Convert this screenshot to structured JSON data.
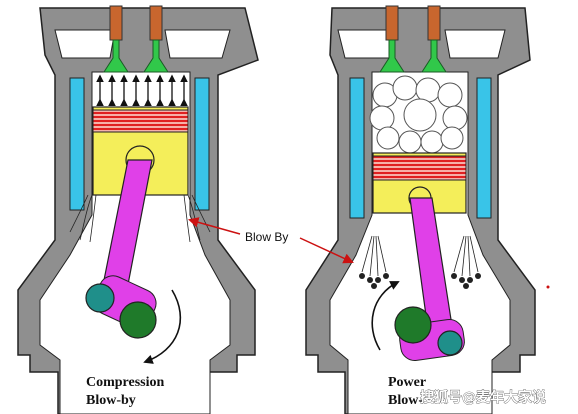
{
  "labels": {
    "left_line1": "Compression",
    "left_line2": "Blow-by",
    "right_line1": "Power",
    "right_line2": "Blow-",
    "blow_by": "Blow By"
  },
  "watermark": {
    "text": "搜狐号@麦年大家说"
  },
  "colors": {
    "block_gray": "#8a8a8a",
    "coolant_cyan": "#39c4e8",
    "piston_yellow": "#f4ee5a",
    "ring_red": "#e02020",
    "rod_magenta": "#e040e8",
    "crank_teal": "#1f8f8a",
    "crank_green": "#1f7a2a",
    "valve_green": "#31c84a",
    "spring_orange": "#c8662e",
    "arrow_red": "#cc1111"
  },
  "icons": [
    "combustion-cloud-icon",
    "rotation-arrow-icon",
    "blow-by-arrow-icon"
  ]
}
